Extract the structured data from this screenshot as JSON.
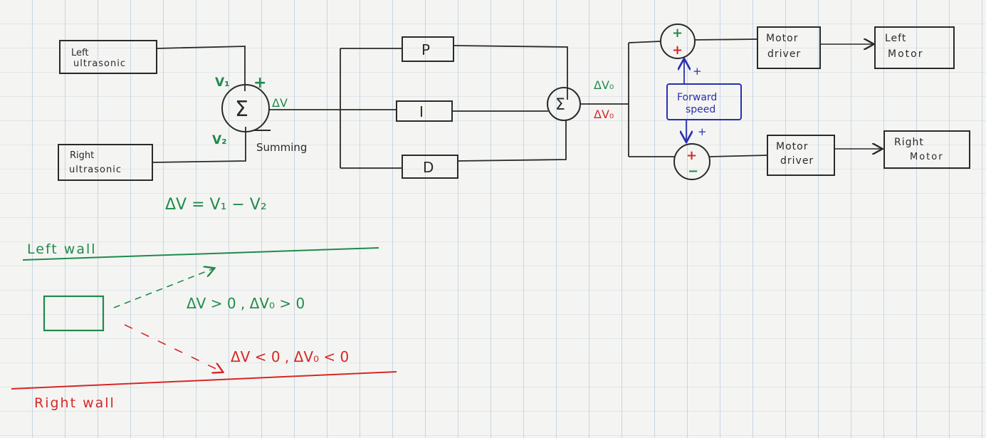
{
  "blocks": {
    "left_ultrasonic": [
      "Left",
      "ultrasonic"
    ],
    "right_ultrasonic": [
      "Right",
      "ultrasonic"
    ],
    "p": "P",
    "i": "I",
    "d": "D",
    "motor_driver_top": [
      "Motor",
      "driver"
    ],
    "motor_driver_bottom": [
      "Motor",
      "driver"
    ],
    "left_motor": [
      "Left",
      "Motor"
    ],
    "right_motor": [
      "Right",
      "Motor"
    ],
    "forward_speed": [
      "Forward",
      "speed"
    ]
  },
  "symbols": {
    "sigma": "Σ",
    "v1": "V₁",
    "v2": "V₂",
    "plus": "+",
    "minus": "−",
    "delta_v": "ΔV",
    "delta_v0": "ΔV₀",
    "summing": "Summing"
  },
  "equation": "ΔV = V₁ − V₂",
  "walls": {
    "left": "Left wall",
    "right": "Right wall"
  },
  "conditions": {
    "positive": "ΔV > 0 ,  ΔV₀ > 0",
    "negative": "ΔV < 0 , ΔV₀ < 0"
  },
  "colors": {
    "ink": "#2a2a2a",
    "green": "#1f8a4c",
    "red": "#d82626",
    "blue": "#2a2fb0"
  }
}
